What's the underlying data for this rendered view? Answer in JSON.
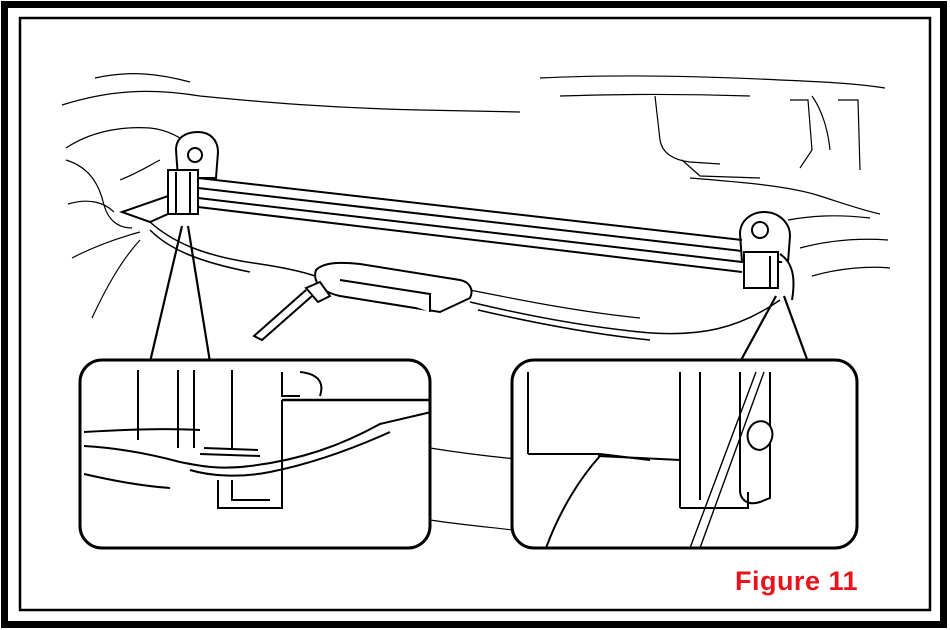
{
  "figure": {
    "caption": "Figure 11",
    "caption_color": "#e8141b",
    "line_color": "#000000",
    "background": "#ffffff"
  },
  "insets": [
    {
      "name": "left-detail-inset"
    },
    {
      "name": "right-detail-inset"
    }
  ]
}
